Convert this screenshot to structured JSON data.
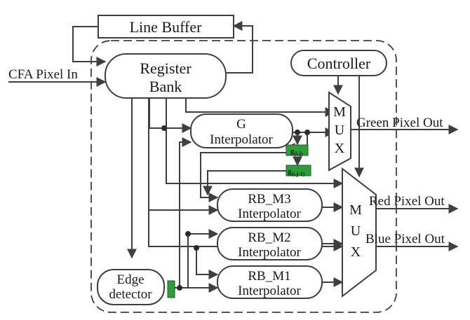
{
  "blocks": {
    "line_buffer": "Line Buffer",
    "register_bank": [
      "Register",
      "Bank"
    ],
    "controller": "Controller",
    "g_interpolator": [
      "G",
      "Interpolator"
    ],
    "rb_m3": [
      "RB_M3",
      "Interpolator"
    ],
    "rb_m2": [
      "RB_M2",
      "Interpolator"
    ],
    "rb_m1": [
      "RB_M1",
      "Interpolator"
    ],
    "edge_detector": [
      "Edge",
      "detector"
    ],
    "mux_small": [
      "M",
      "U",
      "X"
    ],
    "mux_large": [
      "M",
      "U",
      "X"
    ]
  },
  "registers": {
    "g_ij": {
      "base": "g",
      "sub": "(i,j)"
    },
    "g_ij1": {
      "base": "g",
      "sub": "(i,j-1)"
    }
  },
  "signals": {
    "input": "CFA Pixel In",
    "green_out": "Green Pixel Out",
    "red_out": "Red Pixel Out",
    "blue_out": "Blue Pixel Out"
  },
  "colors": {
    "register_fill": "#2e9e3c",
    "line": "#3f3f3f"
  }
}
